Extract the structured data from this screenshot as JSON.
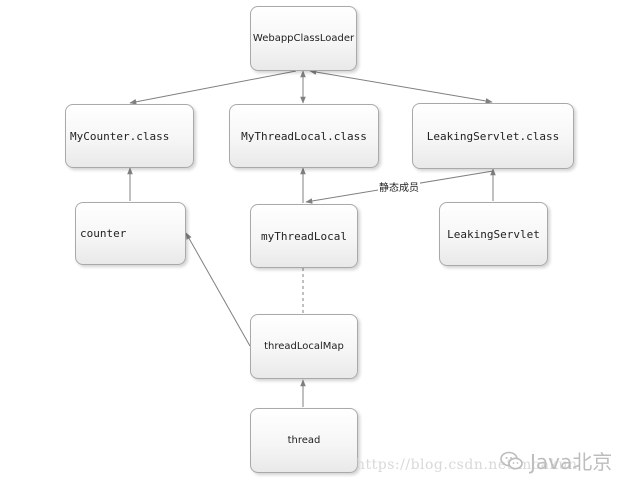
{
  "nodes": {
    "webapp_class_loader": "WebappClassLoader",
    "my_counter_class": "MyCounter.class",
    "my_thread_local_class": "MyThreadLocal.class",
    "leaking_servlet_class": "LeakingServlet.class",
    "counter": "counter",
    "my_thread_local": "myThreadLocal",
    "leaking_servlet": "LeakingServlet",
    "thread_local_map": "threadLocalMap",
    "thread": "thread"
  },
  "edge_labels": {
    "static_member": "静态成员"
  },
  "watermark": {
    "url": "https://blog.csdn.net/moakun",
    "brand": "Java北京",
    "icon": "wechat-icon"
  },
  "colors": {
    "line": "#808080",
    "node_border": "#a9a9a9",
    "watermark": "#c8c8c8"
  }
}
